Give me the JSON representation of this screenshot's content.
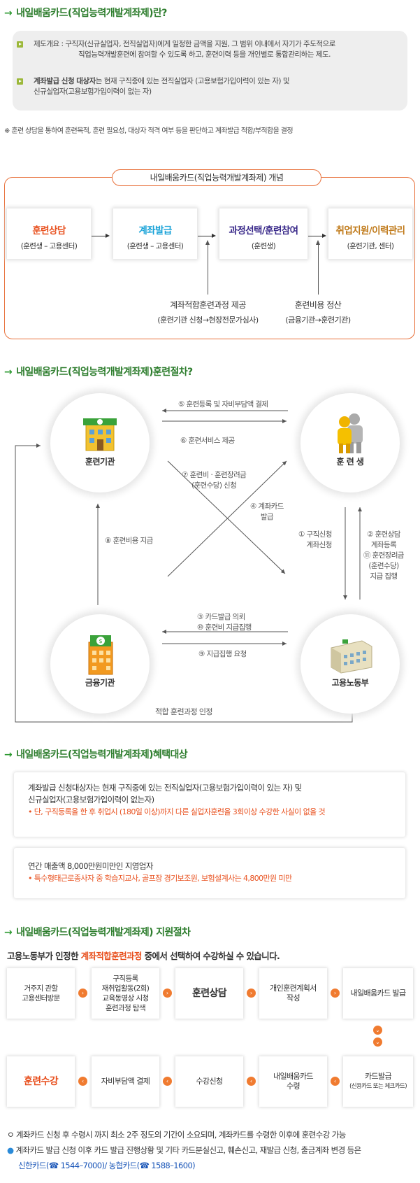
{
  "sections": {
    "s1_title": "내일배움카드(직업능력개발계좌제)란?",
    "s2_title": "내일배움카드(직업능력개발계좌제)훈련절차?",
    "s3_title": "내일배움카드(직업능력개발계좌제)혜택대상",
    "s4_title": "내일배움카드(직업능력개발계좌제) 지원절차",
    "arrow": "→"
  },
  "intro": {
    "item1_line1": "제도개요 : 구직자(신규실업자, 전직실업자)에게 일정한 금액을 지원, 그 범위 이내에서 자기가 주도적으로",
    "item1_line2": "직업능력개발훈련에 참여할 수 있도록 하고, 훈련이력 등을 개인별로 통합관리하는 제도.",
    "item2_bold": "계좌발급 신청 대상자",
    "item2_line1": "는 현재 구직중에 있는 전직실업자 (고용보험가입이력이 있는 자) 및",
    "item2_line2": "신규실업자(고용보험가입이력이 없는 자)"
  },
  "note": "※ 훈련 상담을 통하여 훈련목적, 훈련 필요성, 대상자 적격 여부 등을 판단하고 계좌발급 적합/부적합을 결정",
  "concept": {
    "title": "내일배움카드(직업능력개발계좌제) 개념",
    "boxes": [
      {
        "head": "훈련상담",
        "sub": "(훈련생 – 고용센터)",
        "color": "#e8501e"
      },
      {
        "head": "계좌발급",
        "sub": "(훈련생 – 고용센터)",
        "color": "#1aa3d8"
      },
      {
        "head": "과정선택/훈련참여",
        "sub": "(훈련생)",
        "color": "#3a2a8a"
      },
      {
        "head": "취업지원/이력관리",
        "sub": "(훈련기관, 센터)",
        "color": "#c07a1a"
      }
    ],
    "note1_line1": "계좌적합훈련과정 제공",
    "note1_line2": "(훈련기관 신청→현장전문가심사)",
    "note2_line1": "훈련비용 정산",
    "note2_line2": "(금융기관→훈련기관)"
  },
  "process": {
    "nodes": {
      "training": "훈련기관",
      "trainee": "훈 련 생",
      "finance": "금융기관",
      "labor": "고용노동부"
    },
    "labels": {
      "l5": "⑤ 훈련등록 및 자비부담액 결제",
      "l6": "⑥ 훈련서비스 제공",
      "l7a": "⑦ 훈련비 · 훈련장려금",
      "l7b": "(훈련수당) 신청",
      "l4a": "④ 계좌카드",
      "l4b": "발급",
      "l8": "⑧ 훈련비용 지급",
      "l1a": "① 구직신청",
      "l1b": "계좌신청",
      "l2a": "② 훈련상담",
      "l2b": "계좌등록",
      "l11a": "⑪ 훈련장려금",
      "l11b": "(훈련수당)",
      "l11c": "지급 집행",
      "l3": "③ 카드발급 의뢰",
      "l10": "⑩ 훈련비 지급집행",
      "l9": "⑨ 지급집행 요청",
      "bottom": "적합 훈련과정 인정"
    }
  },
  "benefit": {
    "box1_line1": "계좌발급 신청대상자는 현재 구직중에 있는 전직실업자(고용보험가입이력이 있는 자) 및",
    "box1_line2": "신규실업자(고용보험가입이력이 없는자)",
    "box1_red": "• 단, 구직등록을 한 후 취업시 (180일 이상)까지 다른 실업자훈련을 3회이상 수강한 사실이 없을 것",
    "box2_line1": "연간 매출액 8,000만원미만인 지영업자",
    "box2_red": "• 특수형태근로종사자 중 학습지교사, 골프장 경기보조원, 보험설계사는 4,800만원 미만"
  },
  "support": {
    "lead_pre": "고용노동부가 인정한 ",
    "lead_hl": "계좌적합훈련과정",
    "lead_post": " 중에서 선택하여 수강하실 수 있습니다.",
    "row1": [
      [
        "거주지 관할",
        "고용센터방문"
      ],
      [
        "구직등록",
        "재취업활동(2회)",
        "교육동영상 시청",
        "훈련과정 탐색"
      ],
      [
        "훈련상담"
      ],
      [
        "개인훈련계획서",
        "작성"
      ],
      [
        "내일배움카드 발급"
      ]
    ],
    "row2": [
      [
        "훈련수강"
      ],
      [
        "자비부담액 결제"
      ],
      [
        "수강신청"
      ],
      [
        "내일배움카드",
        "수령"
      ],
      [
        "카드발급",
        "(신용카드 또는 체크카드)"
      ]
    ],
    "foot1": "ㅇ  계좌카드 신청 후 수령시 까지 최소 2주 정도의 기간이 소요되며, 계좌카드를 수령한 이후에 훈련수강 가능",
    "foot2": "계좌카드 발급 신청 이후 카드 발급 진행상황 및 기타 카드분실신고, 훼손신고, 재발급 신청, 출금계좌 변경 등은",
    "foot3": "신한카드(☎ 1544–7000)/ 농협카드(☎ 1588–1600)"
  }
}
